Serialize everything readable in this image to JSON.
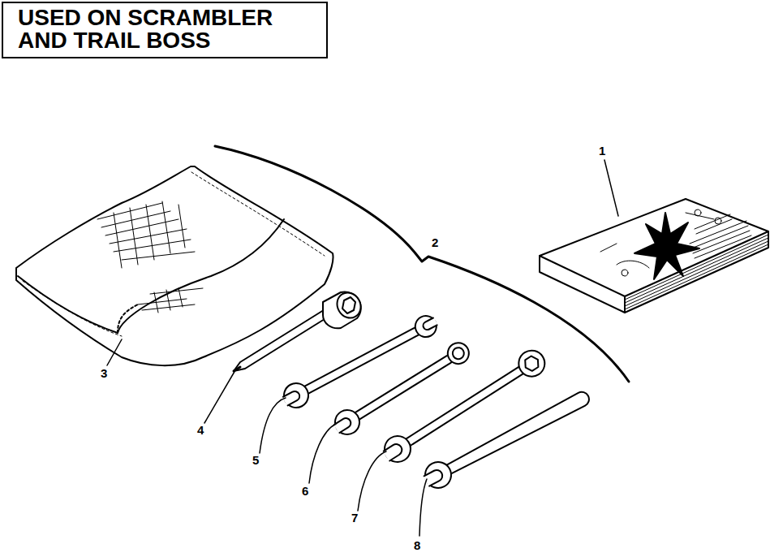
{
  "diagram": {
    "nodes": [
      {
        "text": [
          "USED ON SCRAMBLER AND TRAIL BOSS"
        ]
      }
    ],
    "labels": [
      "1",
      "2",
      "3",
      "4",
      "5",
      "6",
      "7",
      "8"
    ]
  }
}
